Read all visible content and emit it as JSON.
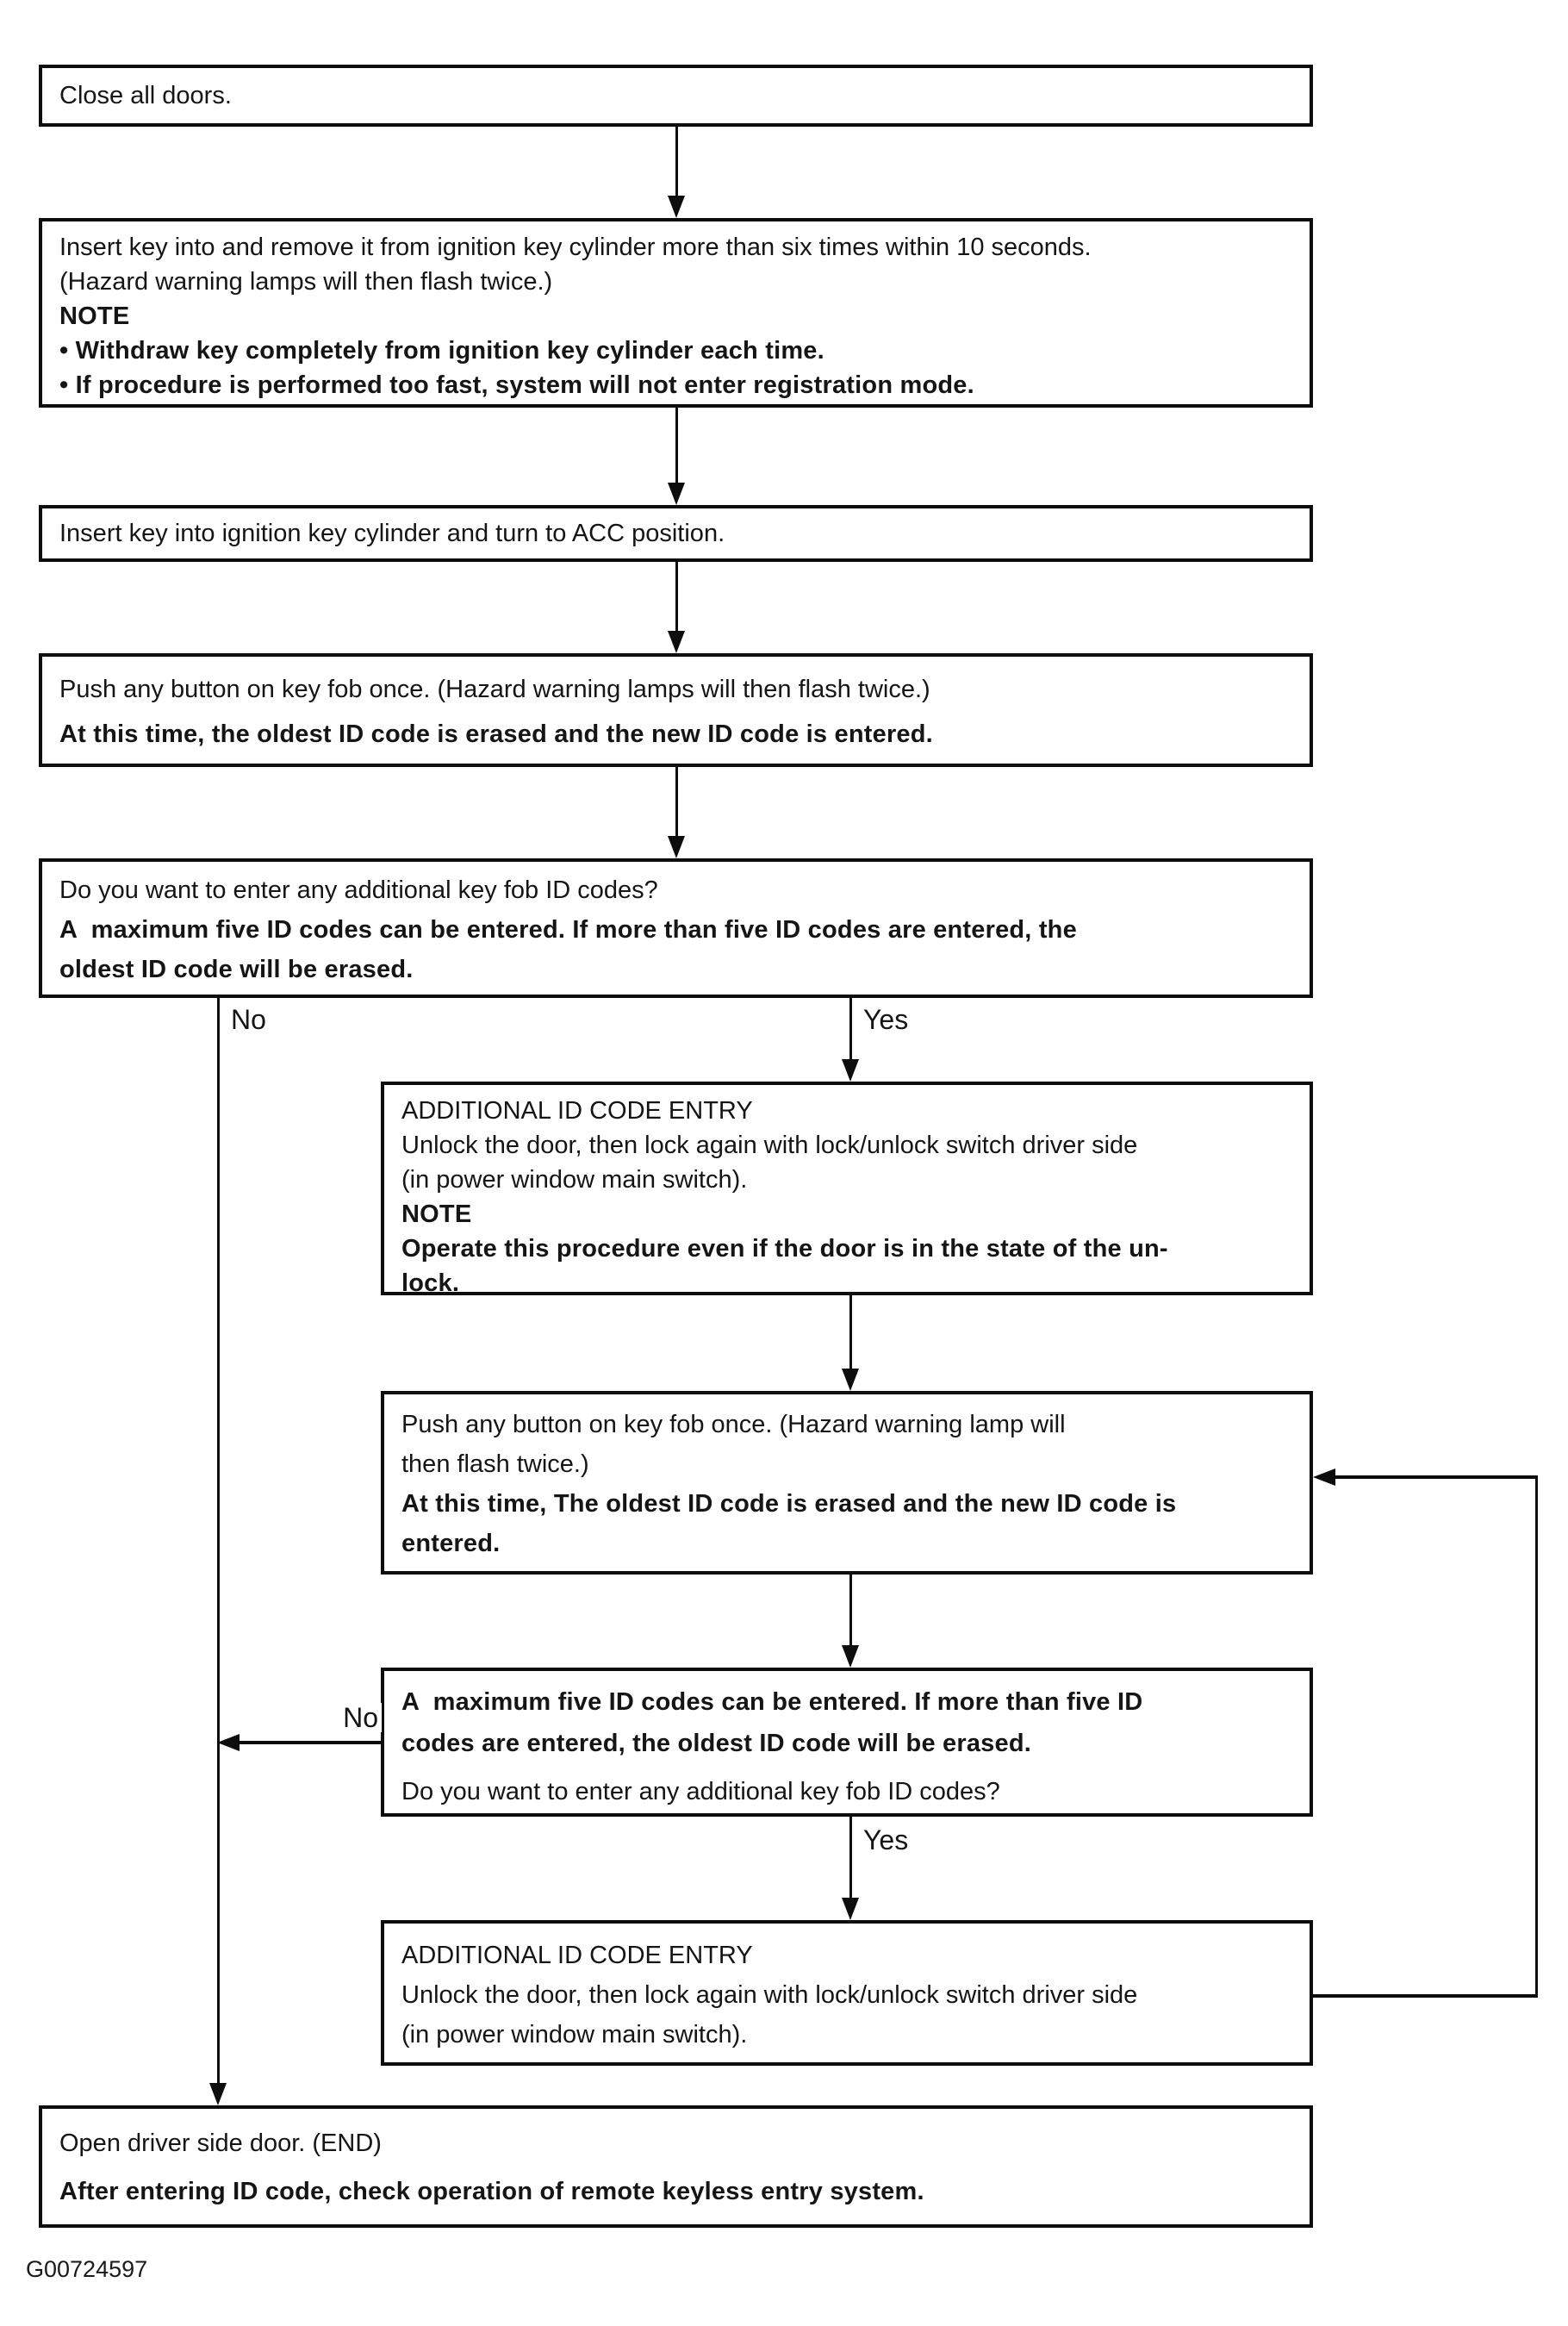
{
  "figure": {
    "caption": "G00724597",
    "type": "flowchart",
    "topic": "Remote keyless entry key fob ID code registration procedure"
  },
  "labels": {
    "no1": "No",
    "yes1": "Yes",
    "no2": "No",
    "yes2": "Yes"
  },
  "boxes": {
    "close_doors": {
      "lines": [
        "Close all doors."
      ]
    },
    "register_mode": {
      "lines": [
        "Insert key into and remove it from ignition key cylinder more than six times within 10 seconds.",
        "(Hazard warning lamps will then flash twice.)",
        "NOTE",
        "• Withdraw key completely from ignition key cylinder each time.",
        "• If procedure is performed too fast, system will not enter registration mode."
      ]
    },
    "acc_position": {
      "lines": [
        "Insert key into ignition key cylinder and turn to ACC position."
      ]
    },
    "push_button": {
      "lines": [
        "Push any button on key fob once. (Hazard warning lamps will then flash twice.)",
        "At this time, the oldest ID code is erased and the new ID code is entered."
      ]
    },
    "additional_question": {
      "lines": [
        "Do you want to enter any additional key fob ID codes?",
        "A  maximum five ID codes can be entered. If more than five ID codes are entered, the",
        "oldest ID code will be erased."
      ]
    },
    "additional_entry_1": {
      "lines": [
        "ADDITIONAL ID CODE ENTRY",
        "Unlock the door, then lock again with lock/unlock switch driver side",
        "(in power window main switch).",
        "NOTE",
        "Operate this procedure even if the door is in the state of the un-",
        "lock."
      ]
    },
    "push_button_2": {
      "lines": [
        "Push any button on key fob once. (Hazard warning lamp will",
        "then flash twice.)",
        "At this time, The oldest ID code is erased and the new ID code is",
        "entered."
      ]
    },
    "max_five_question": {
      "lines": [
        "A  maximum five ID codes can be entered. If more than five ID",
        "codes are entered, the oldest ID code will be erased.",
        "Do you want to enter any additional key fob ID codes?"
      ]
    },
    "additional_entry_2": {
      "lines": [
        "ADDITIONAL ID CODE ENTRY",
        "Unlock the door, then lock again with lock/unlock switch driver side",
        "(in power window main switch)."
      ]
    },
    "open_door_end": {
      "lines": [
        "Open driver side door. (END)",
        "After entering ID code, check operation of remote keyless entry system."
      ]
    }
  }
}
